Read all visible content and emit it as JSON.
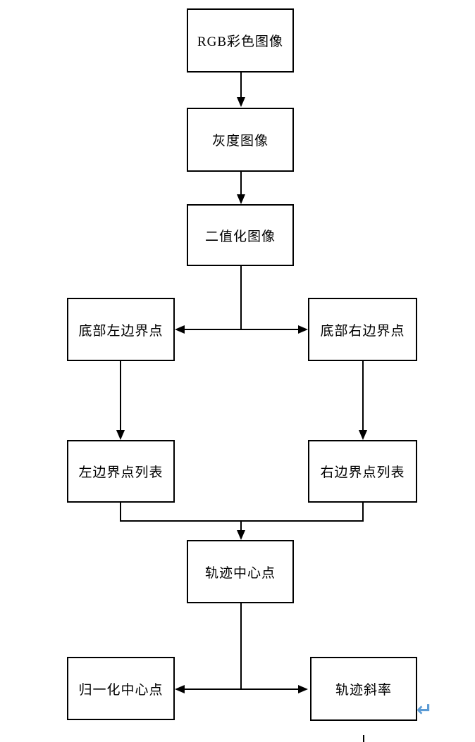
{
  "document": {
    "background_color": "#ffffff",
    "line_color": "#000000"
  },
  "flowchart": {
    "nodes": [
      {
        "id": "rgb-image",
        "label": "RGB彩色图像"
      },
      {
        "id": "gray-image",
        "label": "灰度图像"
      },
      {
        "id": "binary-image",
        "label": "二值化图像"
      },
      {
        "id": "bottom-left-boundary",
        "label": "底部左边界点"
      },
      {
        "id": "bottom-right-boundary",
        "label": "底部右边界点"
      },
      {
        "id": "left-boundary-list",
        "label": "左边界点列表"
      },
      {
        "id": "right-boundary-list",
        "label": "右边界点列表"
      },
      {
        "id": "track-center-point",
        "label": "轨迹中心点"
      },
      {
        "id": "normalized-center-point",
        "label": "归一化中心点"
      },
      {
        "id": "track-slope",
        "label": "轨迹斜率"
      }
    ],
    "edges": [
      {
        "from": "rgb-image",
        "to": "gray-image"
      },
      {
        "from": "gray-image",
        "to": "binary-image"
      },
      {
        "from": "binary-image",
        "to": "bottom-left-boundary"
      },
      {
        "from": "binary-image",
        "to": "bottom-right-boundary"
      },
      {
        "from": "bottom-left-boundary",
        "to": "left-boundary-list"
      },
      {
        "from": "bottom-right-boundary",
        "to": "right-boundary-list"
      },
      {
        "from": "left-boundary-list",
        "to": "track-center-point"
      },
      {
        "from": "right-boundary-list",
        "to": "track-center-point"
      },
      {
        "from": "track-center-point",
        "to": "normalized-center-point"
      },
      {
        "from": "track-center-point",
        "to": "track-slope"
      }
    ]
  },
  "formatting_marks": {
    "line_break_symbol": "↵",
    "line_break_color": "#5b9bd5"
  }
}
